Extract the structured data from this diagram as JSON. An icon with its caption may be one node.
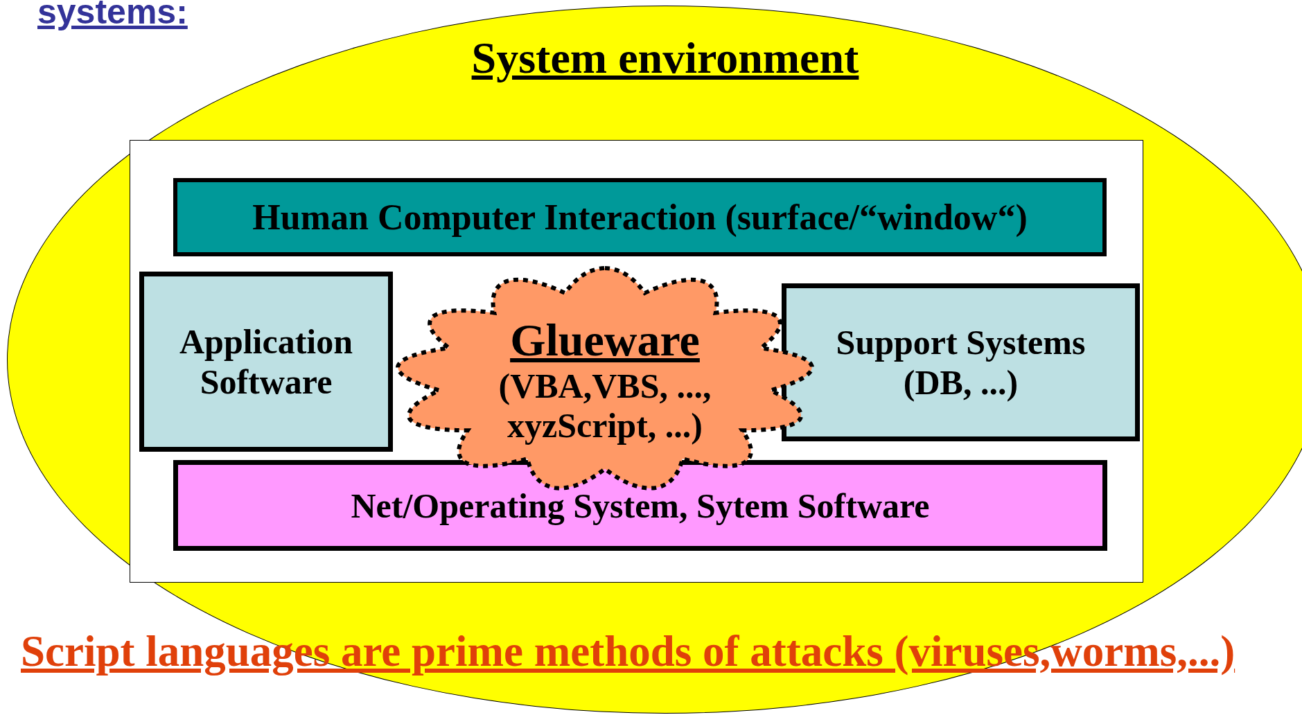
{
  "diagram": {
    "nodes": [
      {
        "text": [
          "System environment"
        ]
      },
      {
        "text": [],
        "shape": "box",
        "in": 0
      },
      {
        "text": [
          "Human Computer Interaction (surface/“window“)"
        ],
        "in": 1
      },
      {
        "text": [
          "Application Software"
        ],
        "in": 1
      },
      {
        "text": [
          "Glueware",
          "(VBA,VBS, ..., xyzScript, ...)"
        ],
        "in": 1
      },
      {
        "text": [
          "Support Systems (DB, ...)"
        ],
        "in": 1
      },
      {
        "text": [
          "Net/Operating System, Sytem Software"
        ],
        "in": 1
      }
    ],
    "labels": [
      "systems:",
      "Script languages are prime methods of attacks (viruses,worms,...)"
    ]
  }
}
